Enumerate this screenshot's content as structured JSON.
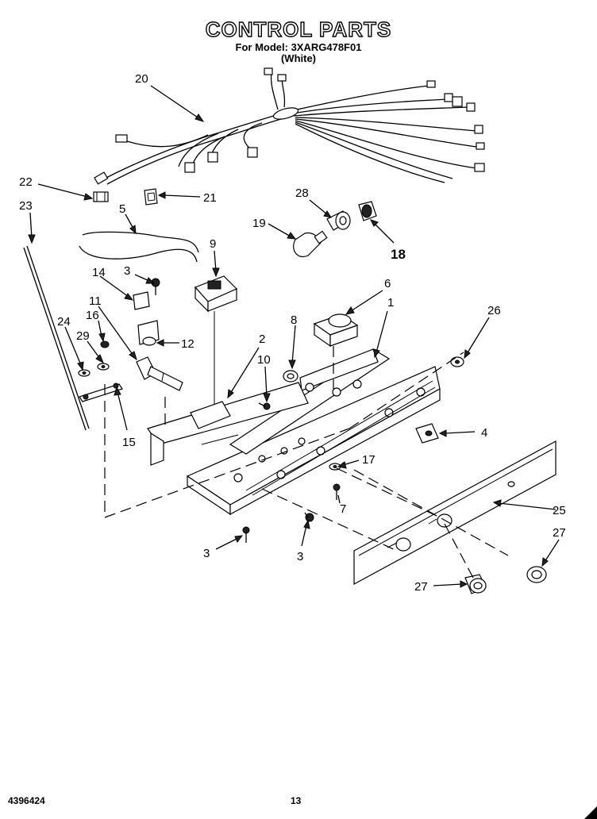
{
  "header": {
    "title": "CONTROL PARTS",
    "model_line": "For Model: 3XARG478F01",
    "color_line": "(White)"
  },
  "footer": {
    "doc_number": "4396424",
    "page_number": "13"
  },
  "callouts": [
    "20",
    "22",
    "21",
    "23",
    "5",
    "28",
    "19",
    "18",
    "9",
    "14",
    "3",
    "11",
    "16",
    "12",
    "24",
    "29",
    "6",
    "1",
    "26",
    "8",
    "2",
    "10",
    "15",
    "4",
    "17",
    "7",
    "25",
    "27"
  ]
}
